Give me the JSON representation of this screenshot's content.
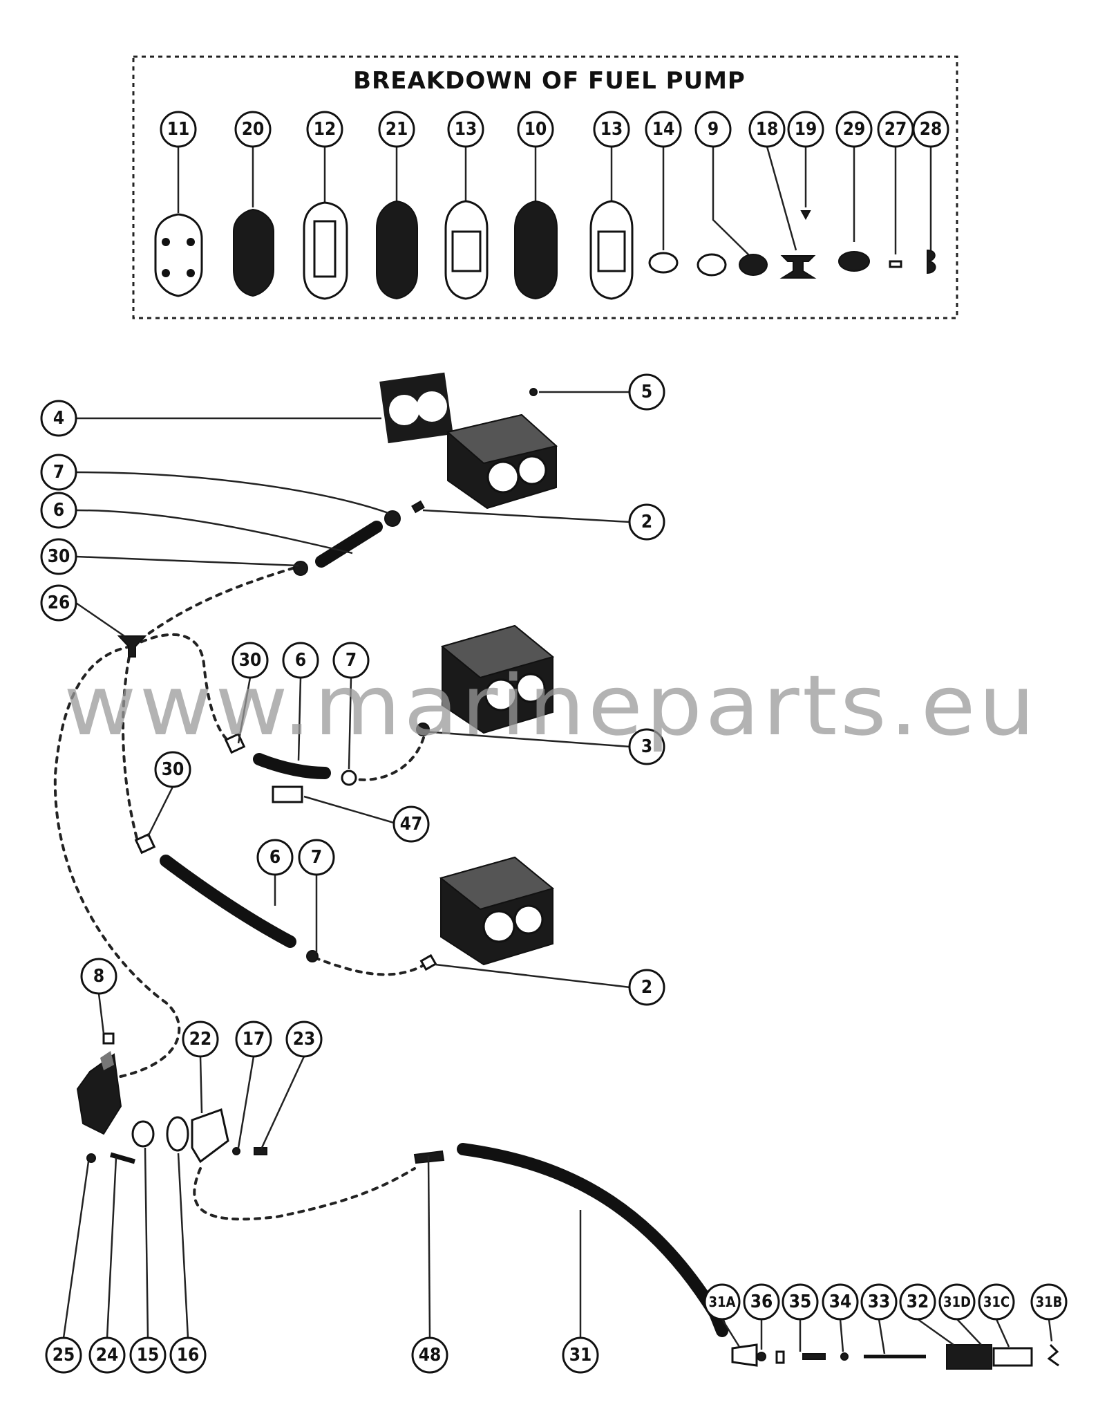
{
  "title": "BREAKDOWN OF FUEL PUMP",
  "watermark": "www.marineparts.eu",
  "callouts": {
    "c11": "11",
    "c20": "20",
    "c12": "12",
    "c21": "21",
    "c13a": "13",
    "c10": "10",
    "c13b": "13",
    "c14": "14",
    "c9": "9",
    "c18": "18",
    "c19": "19",
    "c29": "29",
    "c27": "27",
    "c28": "28",
    "c5": "5",
    "c4": "4",
    "c7a": "7",
    "c2a": "2",
    "c6a": "6",
    "c30a": "30",
    "c26": "26",
    "c30b": "30",
    "c6b": "6",
    "c7b": "7",
    "c3": "3",
    "c47": "47",
    "c30c": "30",
    "c6c": "6",
    "c7c": "7",
    "c2b": "2",
    "c8": "8",
    "c22": "22",
    "c17": "17",
    "c23": "23",
    "c31A": "31A",
    "c36": "36",
    "c35": "35",
    "c34": "34",
    "c33": "33",
    "c32": "32",
    "c31D": "31D",
    "c31C": "31C",
    "c31B": "31B",
    "c25": "25",
    "c24": "24",
    "c15": "15",
    "c16": "16",
    "c48": "48",
    "c31": "31"
  }
}
